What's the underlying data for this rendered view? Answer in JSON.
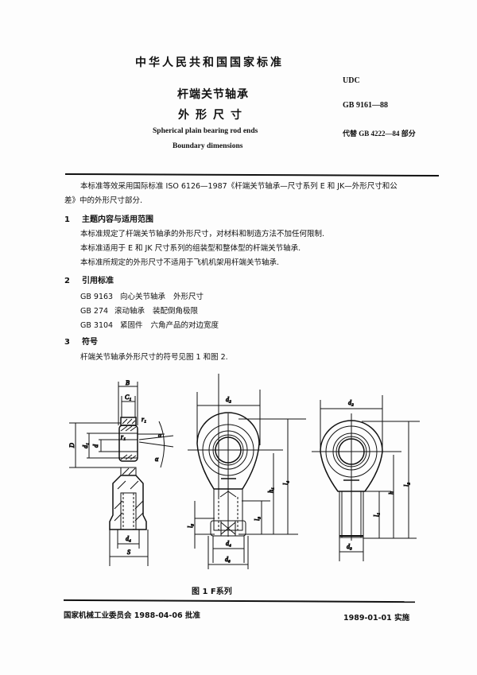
{
  "header": {
    "standard_org": "中华人民共和国国家标准",
    "title_line1": "杆端关节轴承",
    "title_line2": "外形尺寸",
    "title_en_line1": "Spherical plain bearing rod ends",
    "title_en_line2": "Boundary dimensions",
    "udc": "UDC",
    "standard_number": "GB 9161—88",
    "replaces": "代替 GB 4222—84 部分"
  },
  "intro": {
    "line1": "本标准等效采用国际标准 ISO 6126—1987《杆端关节轴承—尺寸系列 E 和 JK—外形尺寸和公",
    "line2": "差》中的外形尺寸部分."
  },
  "sections": [
    {
      "number": "1",
      "title": "主题内容与适用范围",
      "paragraphs": [
        "本标准规定了杆端关节轴承的外形尺寸，对材料和制造方法不加任何限制.",
        "本标准适用于 E 和 JK 尺寸系列的组装型和整体型的杆端关节轴承.",
        "本标准所规定的外形尺寸不适用于飞机机架用杆端关节轴承."
      ]
    },
    {
      "number": "2",
      "title": "引用标准",
      "references": [
        {
          "code": "GB 9163",
          "part1": "向心关节轴承",
          "part2": "外形尺寸"
        },
        {
          "code": "GB 274",
          "part1": "滚动轴承",
          "part2": "装配倒角极限"
        },
        {
          "code": "GB 3104",
          "part1": "紧固件",
          "part2": "六角产品的对边宽度"
        }
      ]
    },
    {
      "number": "3",
      "title": "符号",
      "paragraphs": [
        "杆端关节轴承外形尺寸的符号见图 1 和图 2."
      ]
    }
  ],
  "figure": {
    "caption": "图 1  F系列",
    "section_view_labels": [
      "B",
      "C₁",
      "D",
      "d₁",
      "d",
      "r₁",
      "r₁",
      "α",
      "d₄",
      "S"
    ],
    "front_view_internal_labels": [
      "d₂",
      "h₁",
      "l₃",
      "l₄",
      "l₅",
      "d₄",
      "d₆"
    ],
    "front_view_external_labels": [
      "d₂",
      "h",
      "l₁",
      "l₂",
      "d₃"
    ]
  },
  "footer": {
    "approval": "国家机械工业委员会 1988-04-06 批准",
    "implementation": "1989-01-01 实施"
  }
}
